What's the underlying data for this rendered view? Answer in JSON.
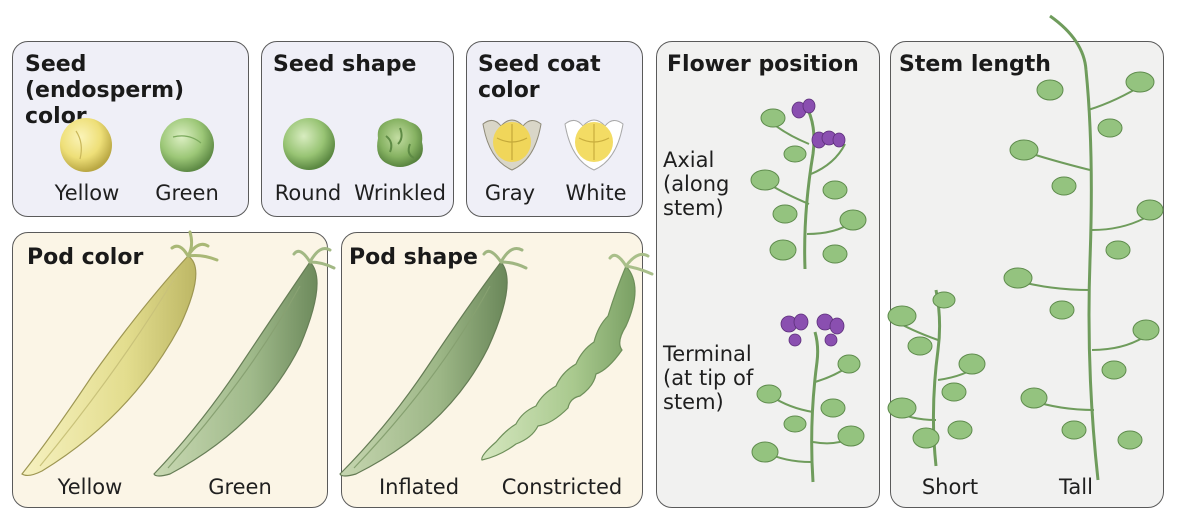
{
  "panels": {
    "seed_color": {
      "title": "Seed (endosperm) color",
      "labels": [
        "Yellow",
        "Green"
      ]
    },
    "seed_shape": {
      "title": "Seed shape",
      "labels": [
        "Round",
        "Wrinkled"
      ]
    },
    "seed_coat": {
      "title": "Seed coat color",
      "labels": [
        "Gray",
        "White"
      ]
    },
    "pod_color": {
      "title": "Pod color",
      "labels": [
        "Yellow",
        "Green"
      ]
    },
    "pod_shape": {
      "title": "Pod shape",
      "labels": [
        "Inflated",
        "Constricted"
      ]
    },
    "flower_position": {
      "title": "Flower position",
      "labels": [
        "Axial (along stem)",
        "Terminal (at tip of stem)"
      ]
    },
    "stem_length": {
      "title": "Stem length",
      "labels": [
        "Short",
        "Tall"
      ]
    }
  },
  "colors": {
    "lavender_panel": "#efeff7",
    "cream_panel": "#fbf5e6",
    "gray_panel": "#f1f1f0",
    "yellow_seed": "#efe27a",
    "green_seed": "#9cc777",
    "yellow_pod": "#e8e49a",
    "green_pod": "#9fb98a",
    "flower_purple": "#8a4fb0",
    "leaf_green": "#8fbf7a"
  }
}
